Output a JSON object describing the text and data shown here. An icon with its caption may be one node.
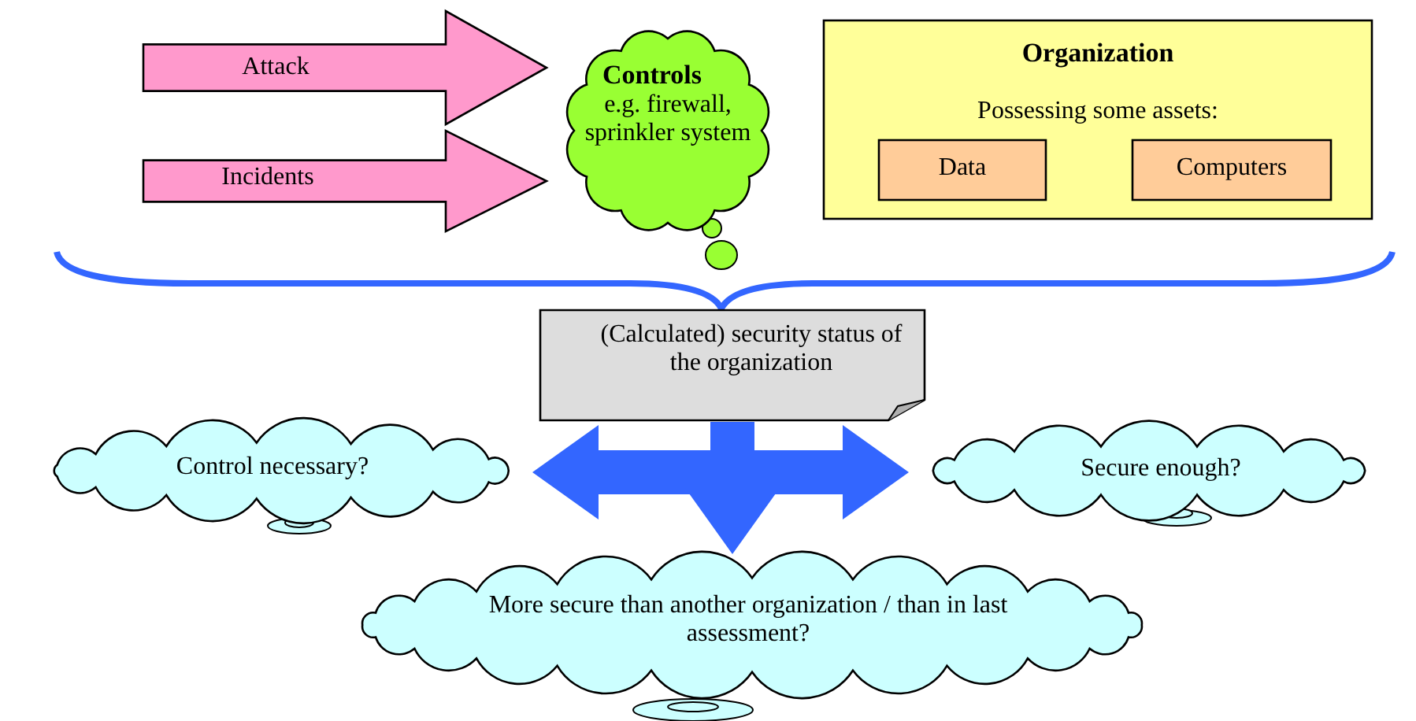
{
  "diagram": {
    "nodes": [
      {
        "text": [
          "Attack"
        ]
      },
      {
        "text": [
          "Incidents"
        ]
      },
      {
        "text": [
          "Controls",
          "e.g. firewall, sprinkler system"
        ]
      },
      {
        "text": [
          "Organization",
          "Possessing some assets:"
        ]
      },
      {
        "text": [
          "Data"
        ],
        "in": 3
      },
      {
        "text": [
          "Computers"
        ],
        "in": 3
      },
      {
        "text": [
          "(Calculated) security status of the organization"
        ]
      },
      {
        "text": [
          "Control necessary?"
        ]
      },
      {
        "text": [
          "Secure enough?"
        ]
      },
      {
        "text": [
          "More secure than another organization / than in last assessment?"
        ]
      }
    ],
    "edges": [
      {
        "from": 6,
        "to": 7,
        "arrow": "to"
      },
      {
        "from": 6,
        "to": 8,
        "arrow": "to"
      },
      {
        "from": 6,
        "to": 9,
        "arrow": "to"
      }
    ]
  }
}
